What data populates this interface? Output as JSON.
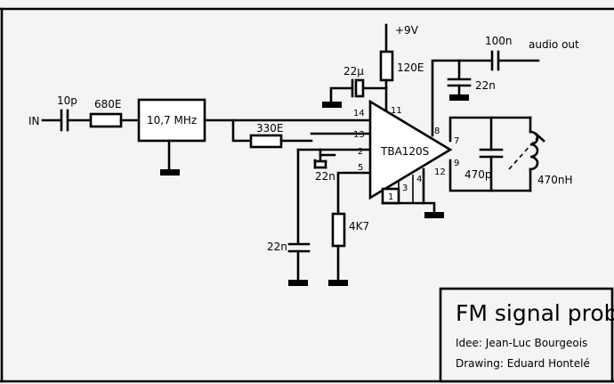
{
  "labels": {
    "input": "IN",
    "cap_in": "10p",
    "res_in": "680E",
    "filter": "10,7 MHz",
    "res_fb": "330E",
    "cap_pin2": "22n",
    "cap_gnd": "22n",
    "res_pin5": "4K7",
    "cap_sup": "22µ",
    "res_sup": "120E",
    "supply": "+9V",
    "cap_out": "100n",
    "audio_out": "audio out",
    "cap_dec": "22n",
    "ic": "TBA120S",
    "cap_tank": "470p",
    "ind_tank": "470nH"
  },
  "pins": [
    "14",
    "13",
    "2",
    "5",
    "1",
    "3",
    "4",
    "11",
    "8",
    "7",
    "9",
    "12"
  ],
  "title_block": {
    "title": "FM signal probe",
    "idea": "Idee: Jean-Luc Bourgeois",
    "drawing": "Drawing: Eduard Hontelé"
  }
}
